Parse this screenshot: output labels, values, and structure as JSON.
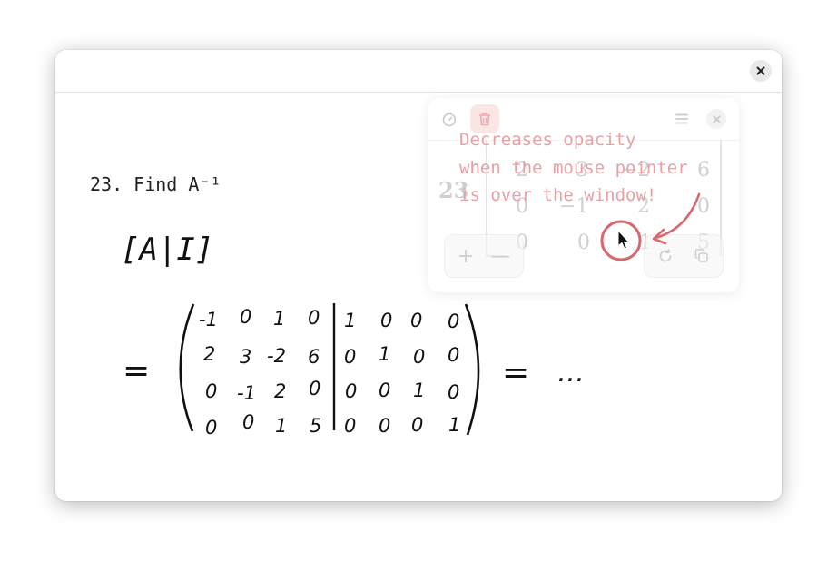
{
  "problem": {
    "label": "23. Find A⁻¹"
  },
  "handwriting": {
    "augmented_label": "[A|I]",
    "equals": "=",
    "ellipsis": "…",
    "matrix_left": [
      [
        "-1",
        "0",
        "1",
        "0"
      ],
      [
        "2",
        "3",
        "-2",
        "6"
      ],
      [
        "0",
        "-1",
        "2",
        "0"
      ],
      [
        "0",
        "0",
        "1",
        "5"
      ]
    ],
    "matrix_right": [
      [
        "1",
        "0",
        "0",
        "0"
      ],
      [
        "0",
        "1",
        "0",
        "0"
      ],
      [
        "0",
        "0",
        "1",
        "0"
      ],
      [
        "0",
        "0",
        "0",
        "1"
      ]
    ]
  },
  "overlay": {
    "label": "23",
    "matrix_ghost": [
      [
        "2",
        "3",
        "−2",
        "6"
      ],
      [
        "0",
        "−1",
        "2",
        "0"
      ],
      [
        "0",
        "0",
        "1",
        "5"
      ]
    ],
    "zoom_in": "+",
    "zoom_out": "—",
    "icons": [
      "timer-icon",
      "trash-icon",
      "menu-icon",
      "close-icon",
      "refresh-icon",
      "copy-icon"
    ]
  },
  "annotation": {
    "text": "Decreases opacity\nwhen the mouse pointer\nis over the window!",
    "color": "#e8a0a5",
    "circle_color": "#d9686e"
  },
  "colors": {
    "window_bg": "#ffffff",
    "close_button_bg": "#e9e9e9",
    "delete_button_tint": "#fbe6e6"
  }
}
